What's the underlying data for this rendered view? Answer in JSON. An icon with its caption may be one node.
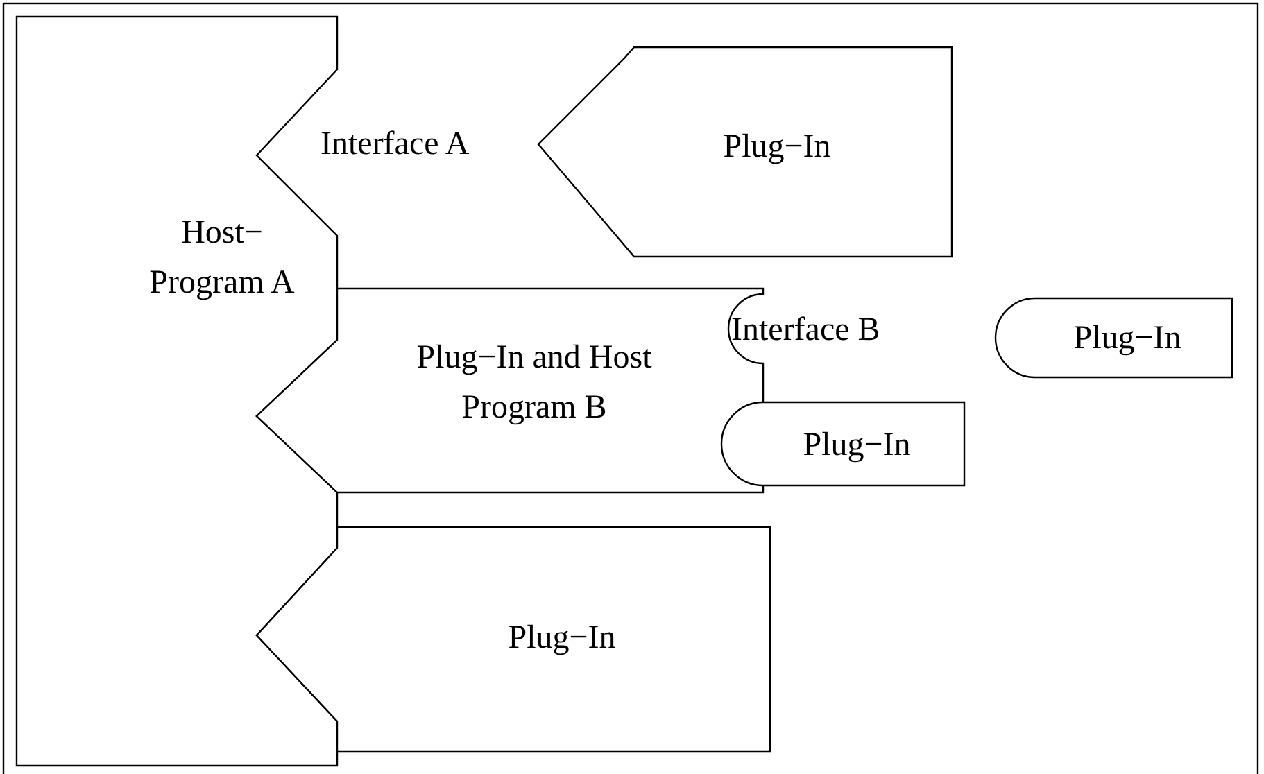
{
  "diagram": {
    "nodes": [
      {
        "text": [
          "Host− Program A"
        ]
      },
      {
        "text": [
          "Plug−In"
        ]
      },
      {
        "text": [
          "Plug−In and Host Program B"
        ]
      },
      {
        "text": [
          "Plug−In"
        ]
      },
      {
        "text": [
          "Plug−In"
        ]
      },
      {
        "text": [
          "Plug−In"
        ]
      }
    ],
    "labels": [
      "Interface A",
      "Interface B"
    ]
  }
}
